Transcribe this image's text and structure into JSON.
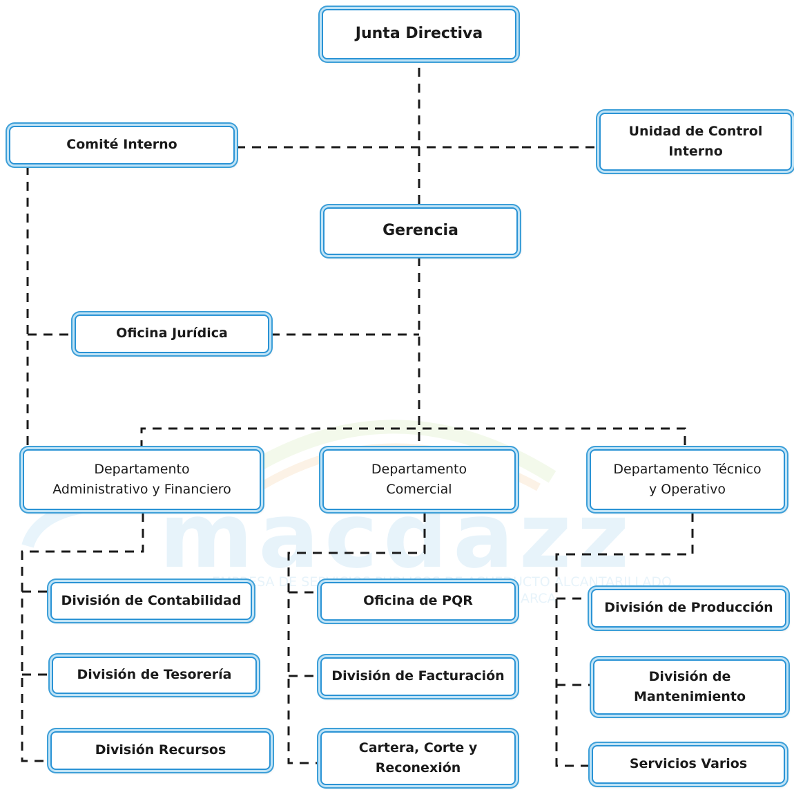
{
  "nodes": {
    "junta": "Junta Directiva",
    "comite": "Comité Interno",
    "control": "Unidad de Control\nInterno",
    "gerencia": "Gerencia",
    "juridica": "Oficina Jurídica",
    "dep_admin": "Departamento\nAdministrativo y Financiero",
    "dep_comercial": "Departamento\nComercial",
    "dep_tecnico": "Departamento Técnico\ny Operativo",
    "contabilidad": "División de Contabilidad",
    "tesoreria": "División de Tesorería",
    "recursos": "División Recursos",
    "pqr": "Oficina de PQR",
    "facturacion": "División de Facturación",
    "cartera": "Cartera, Corte y\nReconexión",
    "produccion": "División de Producción",
    "mantenimiento": "División de\nMantenimiento",
    "servicios": "Servicios Varios"
  },
  "watermark": {
    "brand": "macdazz",
    "tagline_1": "EMPRESA DE SERVICIOS PUBLICOS DE ACUEDUCTO ALCANTARILLADO",
    "tagline_2": "ASEO DE MADRID CUNDINAMARCA"
  },
  "colors": {
    "box_border": "#2a93d5",
    "connector": "#1a1a1a",
    "watermark_blue": "#6fb8e6",
    "watermark_orange": "#f2b56b",
    "watermark_green": "#b8dc8a"
  }
}
